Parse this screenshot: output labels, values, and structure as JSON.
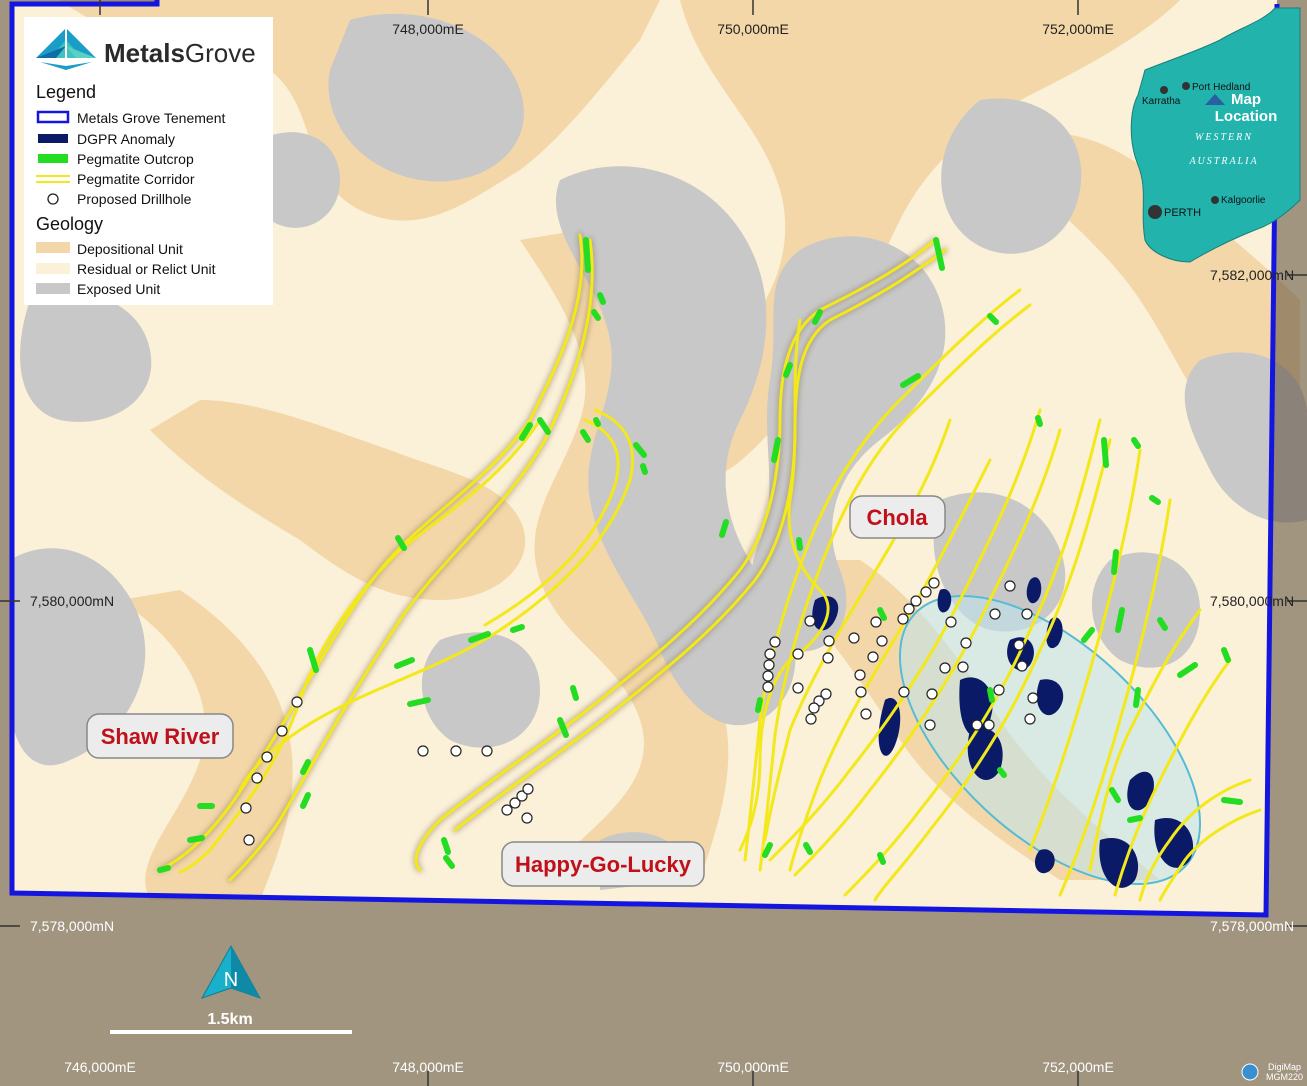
{
  "brand": {
    "name_bold": "Metals",
    "name_light": "Grove"
  },
  "legend": {
    "title": "Legend",
    "items": [
      {
        "label": "Metals Grove Tenement",
        "color": "#1515e0"
      },
      {
        "label": "DGPR Anomaly",
        "color": "#0a1a66"
      },
      {
        "label": "Pegmatite Outcrop",
        "color": "#22dd22"
      },
      {
        "label": "Pegmatite Corridor",
        "color": "#f2e81a"
      },
      {
        "label": "Proposed Drillhole",
        "color": "#ffffff"
      }
    ],
    "geology_title": "Geology",
    "geology_items": [
      {
        "label": "Depositional Unit",
        "color": "#f3d7a8"
      },
      {
        "label": "Residual or Relict Unit",
        "color": "#fbf0d8"
      },
      {
        "label": "Exposed Unit",
        "color": "#c8c8c8"
      }
    ]
  },
  "grid": {
    "easting_top": [
      "748,000mE",
      "750,000mE",
      "752,000mE"
    ],
    "easting_bottom": [
      "746,000mE",
      "748,000mE",
      "750,000mE",
      "752,000mE"
    ],
    "northing_left": [
      "7,580,000mN",
      "7,578,000mN"
    ],
    "northing_right": [
      "7,582,000mN",
      "7,580,000mN",
      "7,578,000mN"
    ]
  },
  "prospects": {
    "chola": "Chola",
    "shaw_river": "Shaw River",
    "happy_go_lucky": "Happy-Go-Lucky"
  },
  "inset": {
    "region_line1": "WESTERN",
    "region_line2": "AUSTRALIA",
    "map_location_line1": "Map",
    "map_location_line2": "Location",
    "towns": {
      "port_hedland": "Port Hedland",
      "karratha": "Karratha",
      "kalgoorlie": "Kalgoorlie",
      "perth": "PERTH"
    }
  },
  "north_arrow": {
    "label": "N"
  },
  "scale_bar": {
    "label": "1.5km"
  },
  "credit": {
    "line1": "DigiMap",
    "line2": "MGM220"
  },
  "colors": {
    "tenement": "#1515e0",
    "dgpr": "#0a1a66",
    "outcrop": "#22dd22",
    "corridor": "#f2e81a",
    "inset_land": "#22b3ad",
    "prospect_text": "#c0101a"
  }
}
